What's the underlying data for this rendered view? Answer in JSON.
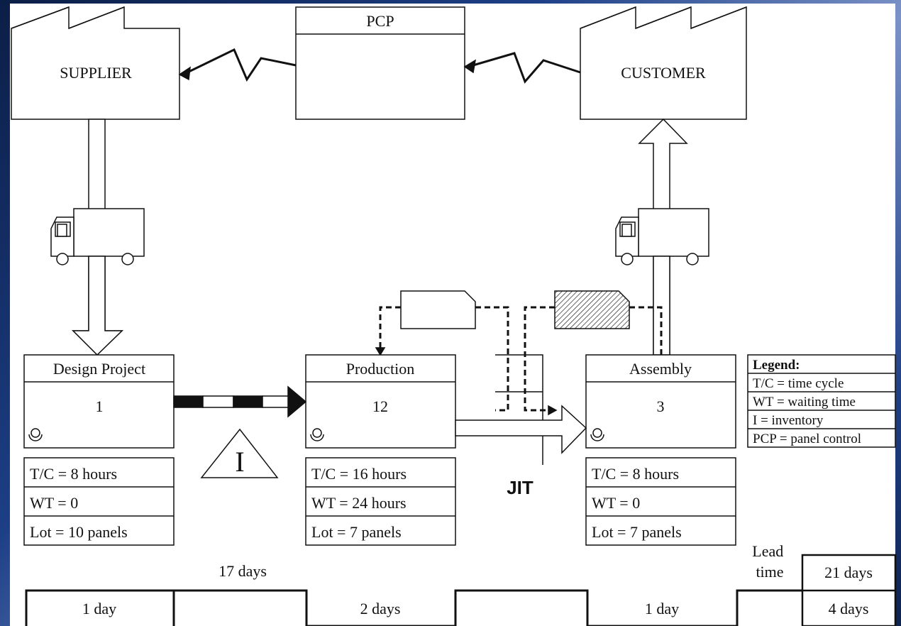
{
  "entities": {
    "supplier": "SUPPLIER",
    "pcp": "PCP",
    "customer": "CUSTOMER"
  },
  "processes": [
    {
      "name": "Design Project",
      "operators": "1",
      "tc": "T/C = 8 hours",
      "wt": "WT = 0",
      "lot": "Lot = 10 panels"
    },
    {
      "name": "Production",
      "operators": "12",
      "tc": "T/C = 16 hours",
      "wt": "WT = 24 hours",
      "lot": "Lot = 7 panels"
    },
    {
      "name": "Assembly",
      "operators": "3",
      "tc": "T/C = 8 hours",
      "wt": "WT = 0",
      "lot": "Lot = 7 panels"
    }
  ],
  "inventory_symbol": "I",
  "jit_label": "JIT",
  "legend": {
    "title": "Legend:",
    "items": [
      "T/C = time cycle",
      "WT = waiting time",
      "I = inventory",
      "PCP = panel control"
    ]
  },
  "timeline": {
    "total_label": "17 days",
    "segments": [
      "1 day",
      "2 days",
      "1 day"
    ],
    "lead_time_label": "Lead time",
    "lead_time_value": "21 days",
    "processing_value": "4 days"
  },
  "colors": {
    "line": "#111111",
    "box_fill": "#ffffff",
    "background": "#1d3f86"
  }
}
